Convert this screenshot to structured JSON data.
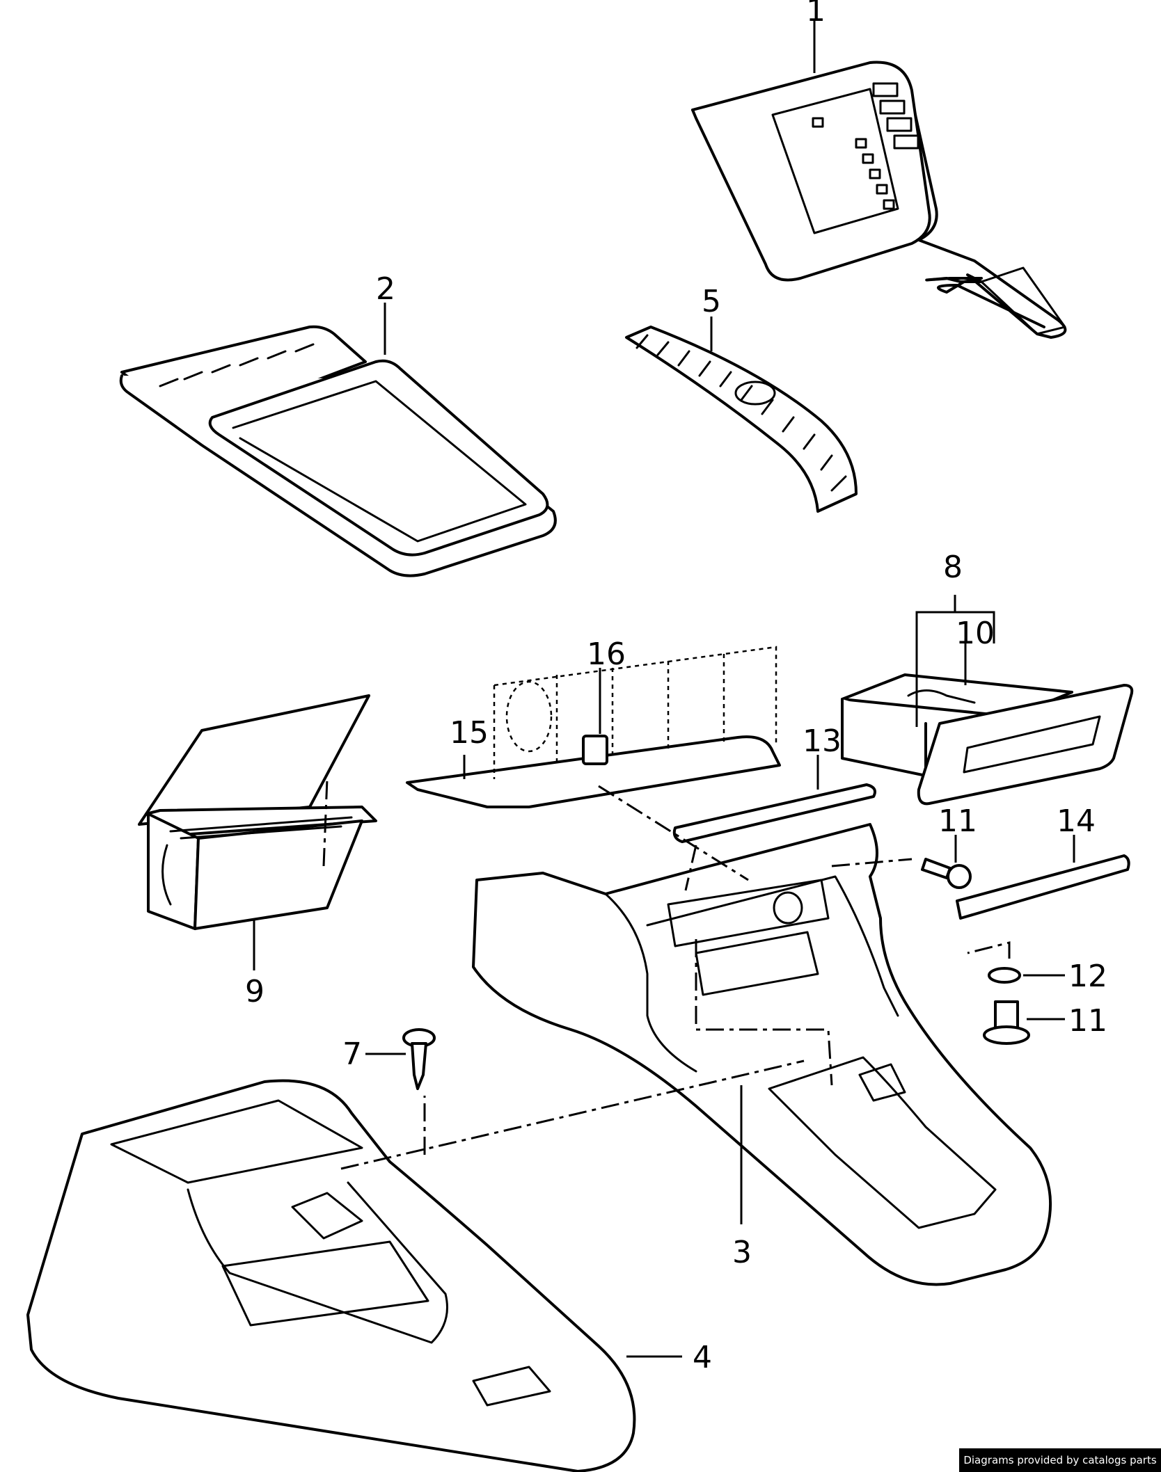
{
  "callouts": {
    "c1": "1",
    "c2": "2",
    "c3": "3",
    "c4": "4",
    "c5": "5",
    "c7": "7",
    "c8": "8",
    "c9": "9",
    "c10": "10",
    "c11a": "11",
    "c11b": "11",
    "c12": "12",
    "c13": "13",
    "c14": "14",
    "c15": "15",
    "c16": "16"
  },
  "footer": {
    "credit": "Diagrams provided by catalogs parts"
  }
}
